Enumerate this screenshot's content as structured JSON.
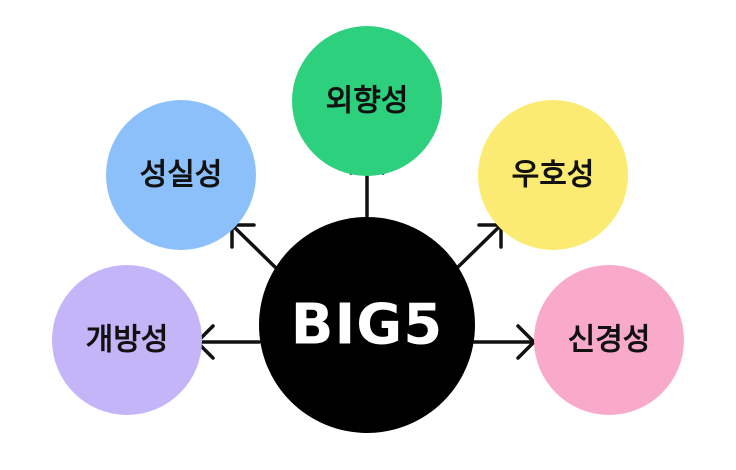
{
  "center": {
    "label": "BIG5",
    "color": "#000000"
  },
  "traits": [
    {
      "id": "extraversion",
      "label": "외향성",
      "color": "#2DD07C"
    },
    {
      "id": "conscientiousness",
      "label": "성실성",
      "color": "#8CC0FB"
    },
    {
      "id": "agreeableness",
      "label": "우호성",
      "color": "#FBEB72"
    },
    {
      "id": "openness",
      "label": "개방성",
      "color": "#C3B5F8"
    },
    {
      "id": "neuroticism",
      "label": "신경성",
      "color": "#F9AACB"
    }
  ],
  "arrow_color": "#111111"
}
